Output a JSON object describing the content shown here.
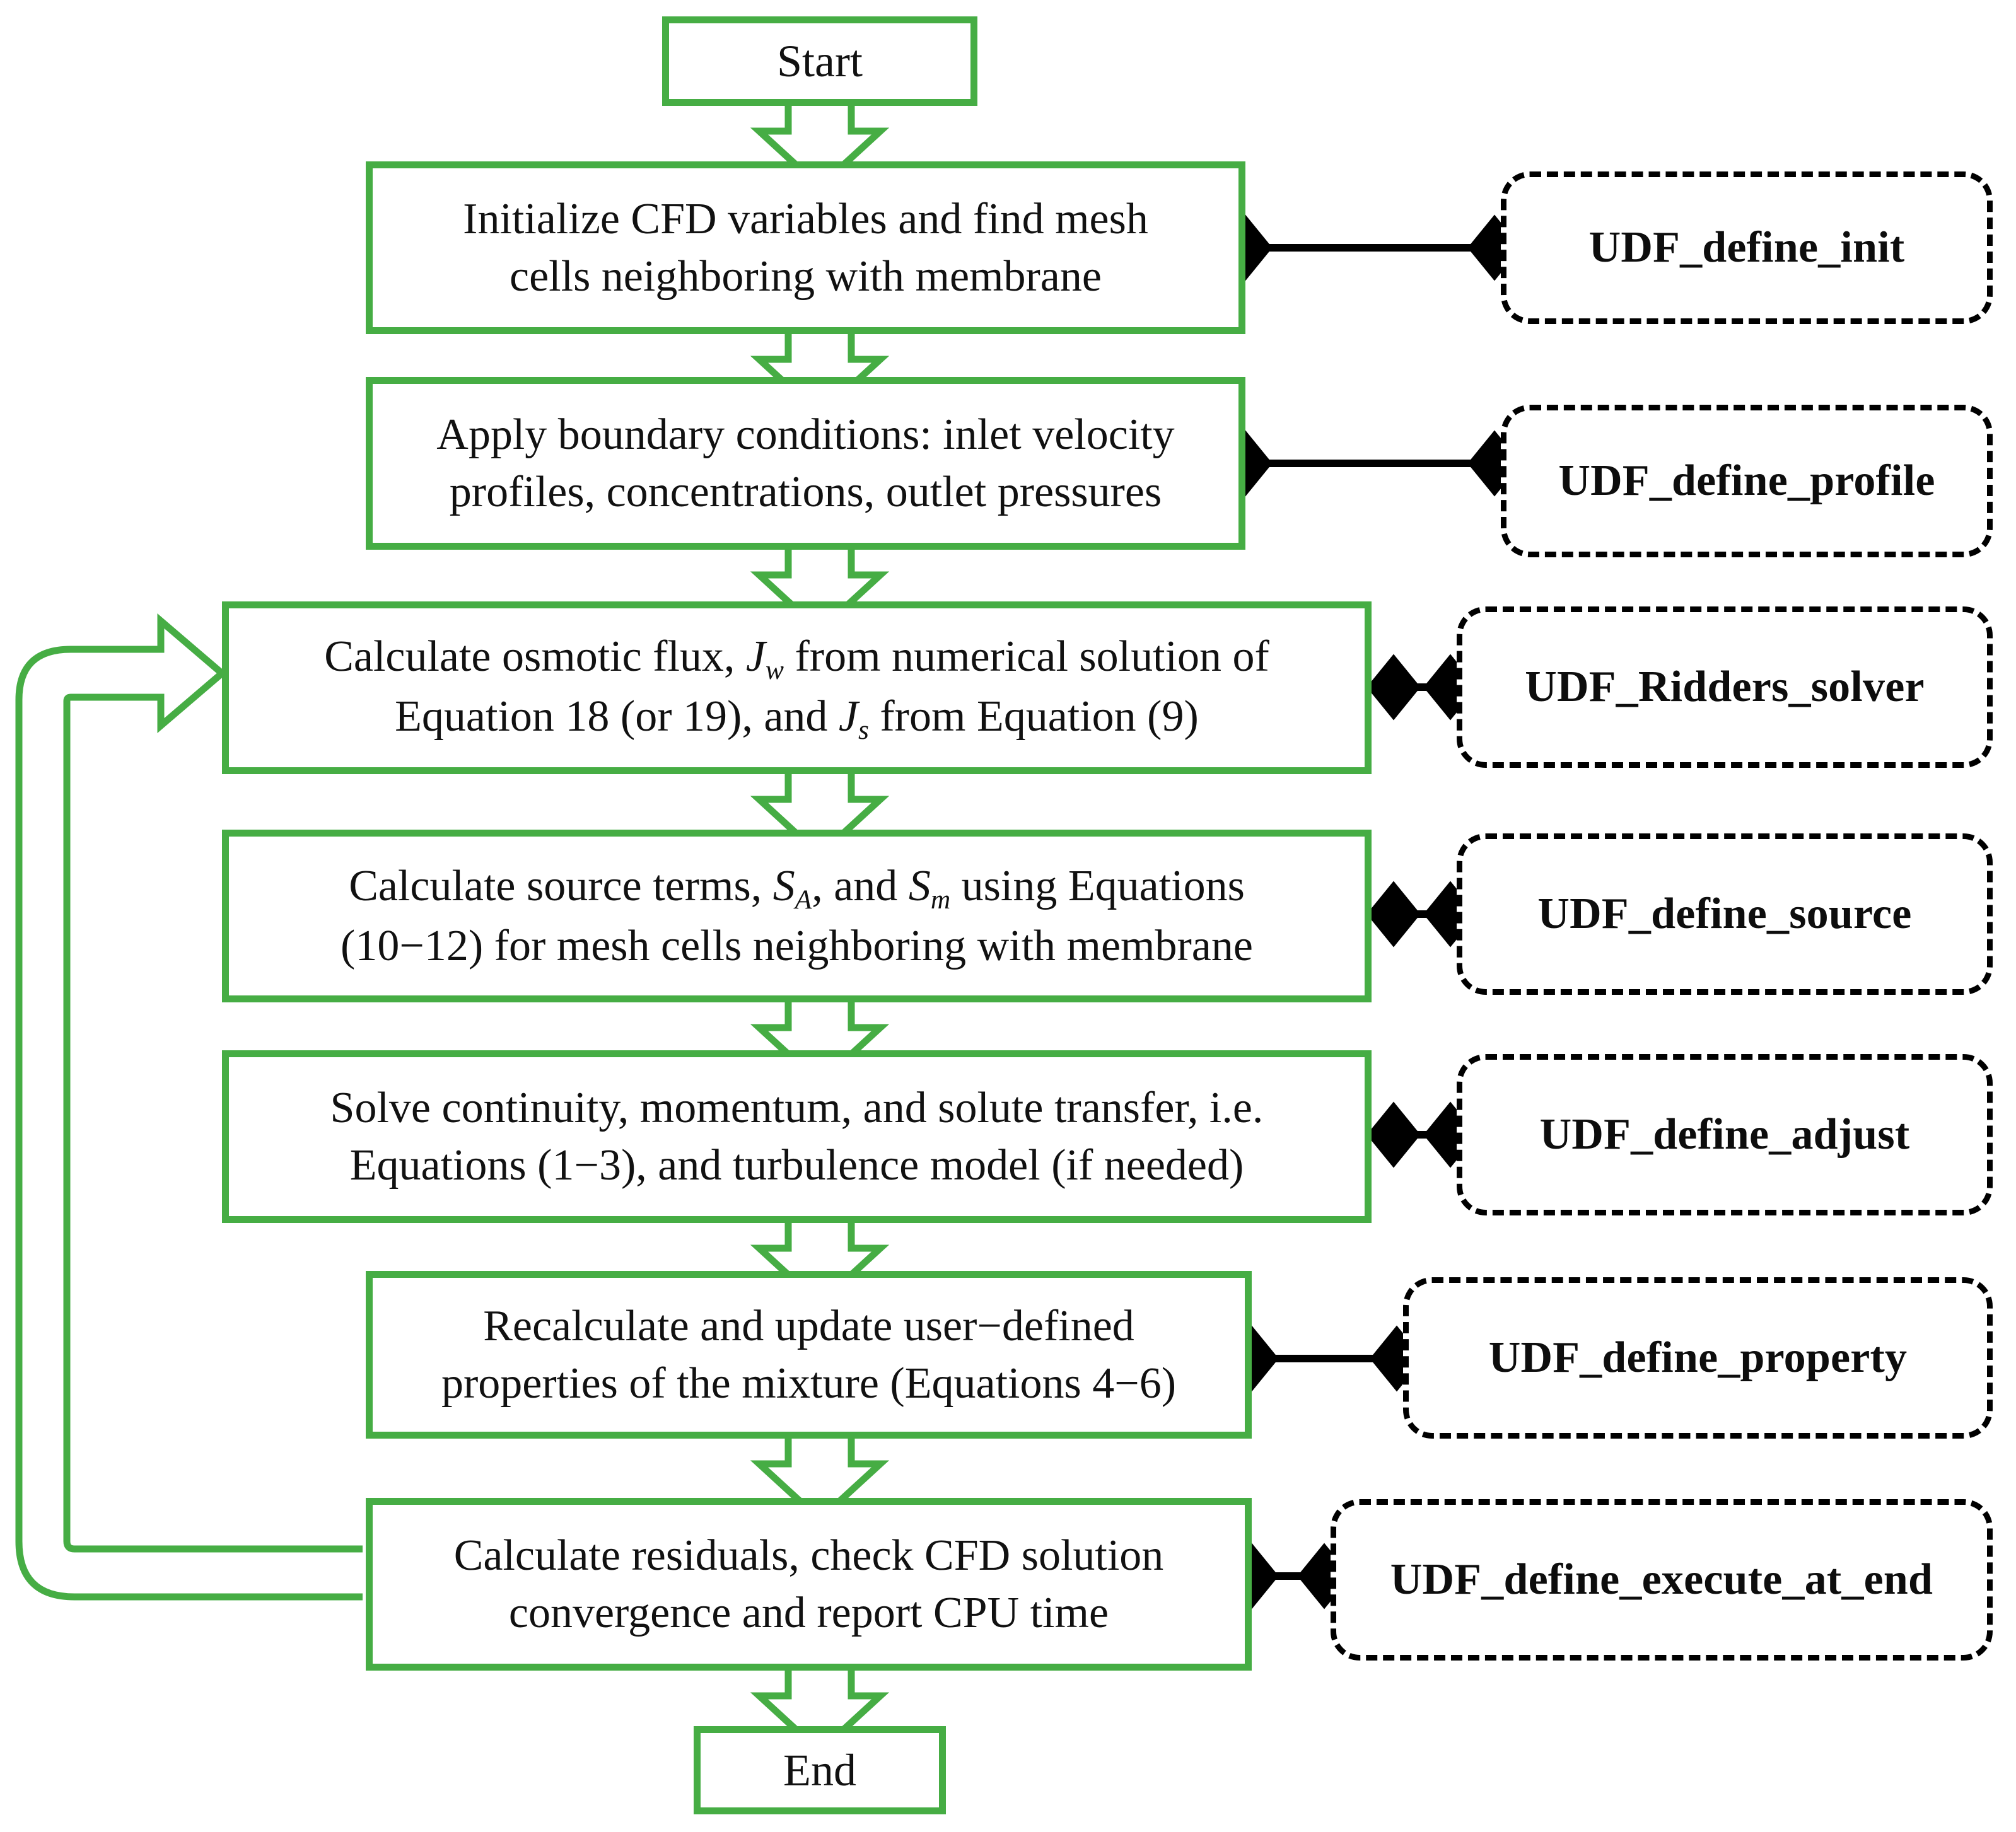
{
  "diagram": {
    "title": "CFD solution procedure flowchart with UDF hooks",
    "accent_color": "#46AD44",
    "udf_border_color": "#000000",
    "text_color": "#111111"
  },
  "terminators": {
    "start": "Start",
    "end": "End"
  },
  "process_steps": [
    {
      "id": "init",
      "lines": [
        "Initialize CFD variables and find mesh",
        "cells neighboring with membrane"
      ],
      "plain": "Initialize CFD variables and find mesh cells neighboring with membrane"
    },
    {
      "id": "bc",
      "lines": [
        "Apply boundary conditions: inlet velocity",
        "profiles, concentrations, outlet pressures"
      ],
      "plain": "Apply boundary conditions: inlet velocity profiles, concentrations, outlet pressures"
    },
    {
      "id": "flux",
      "lines": [
        "Calculate osmotic flux, Jw from numerical solution of",
        "Equation 18 (or 19), and Js from Equation (9)"
      ],
      "plain": "Calculate osmotic flux, Jw from numerical solution of Equation 18 (or 19), and Js from Equation (9)"
    },
    {
      "id": "source",
      "lines": [
        "Calculate source terms, SA, and Sm using Equations",
        "(10−12) for mesh cells neighboring with membrane"
      ],
      "plain": "Calculate source terms, SA, and Sm using Equations (10−12) for mesh cells neighboring with membrane"
    },
    {
      "id": "solve",
      "lines": [
        "Solve continuity, momentum, and solute transfer, i.e.",
        "Equations (1−3), and turbulence model (if needed)"
      ],
      "plain": "Solve continuity, momentum, and solute transfer, i.e. Equations (1−3), and turbulence model (if needed)"
    },
    {
      "id": "property",
      "lines": [
        "Recalculate and update user−defined",
        "properties of the mixture (Equations 4−6)"
      ],
      "plain": "Recalculate and update user−defined properties of the mixture (Equations 4−6)"
    },
    {
      "id": "residual",
      "lines": [
        "Calculate residuals, check CFD solution",
        "convergence and report CPU time"
      ],
      "plain": "Calculate residuals, check CFD solution convergence and report CPU time"
    }
  ],
  "udf_blocks": [
    {
      "id": "init",
      "label": "UDF_define_init"
    },
    {
      "id": "profile",
      "label": "UDF_define_profile"
    },
    {
      "id": "ridders",
      "label": "UDF_Ridders_solver"
    },
    {
      "id": "source",
      "label": "UDF_define_source"
    },
    {
      "id": "adjust",
      "label": "UDF_define_adjust"
    },
    {
      "id": "property",
      "label": "UDF_define_property"
    },
    {
      "id": "executeend",
      "label": "UDF_define_execute_at_end"
    }
  ],
  "connectors": {
    "flow_arrow_style": "hollow-block-arrow-down",
    "feedback_loop": "residual-box back to flux-box (hollow block arrow, left side)",
    "udf_link_style": "line with diamond endpoints"
  }
}
